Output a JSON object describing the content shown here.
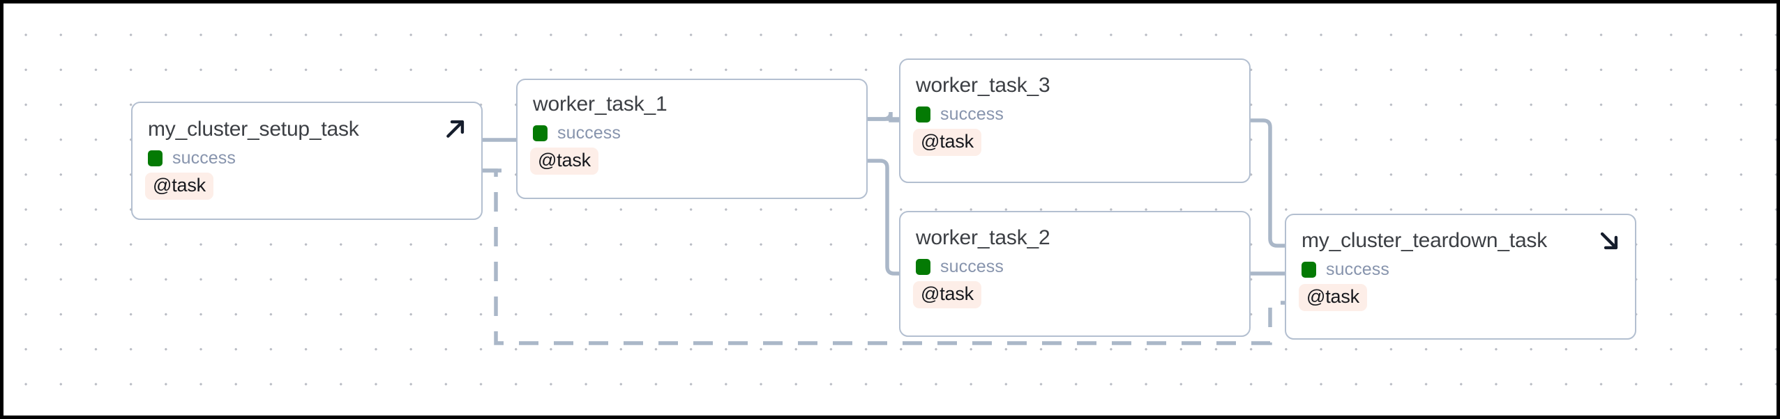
{
  "canvas": {
    "background_color": "#ffffff",
    "grid_dot_color": "#b9bcc4",
    "frame_color": "#000000"
  },
  "style": {
    "node_border_color": "#b3bfd0",
    "node_fill_color": "#ffffff",
    "edge_color": "#aab7c8",
    "status_success_color": "#047a04",
    "status_text_color": "#8794ad",
    "tag_background_color": "#fdeee8",
    "tag_text_color": "#16181d",
    "title_text_color": "#3c3f44",
    "corner_icon_color": "#151d2c"
  },
  "graph": {
    "nodes": [
      {
        "id": "my_cluster_setup_task",
        "title": "my_cluster_setup_task",
        "status": "success",
        "tag": "@task",
        "corner_icon": "arrow-up-right-icon"
      },
      {
        "id": "worker_task_1",
        "title": "worker_task_1",
        "status": "success",
        "tag": "@task",
        "corner_icon": null
      },
      {
        "id": "worker_task_3",
        "title": "worker_task_3",
        "status": "success",
        "tag": "@task",
        "corner_icon": null
      },
      {
        "id": "worker_task_2",
        "title": "worker_task_2",
        "status": "success",
        "tag": "@task",
        "corner_icon": null
      },
      {
        "id": "my_cluster_teardown_task",
        "title": "my_cluster_teardown_task",
        "status": "success",
        "tag": "@task",
        "corner_icon": "arrow-down-right-icon"
      }
    ],
    "edges": [
      {
        "from": "my_cluster_setup_task",
        "to": "worker_task_1",
        "style": "solid"
      },
      {
        "from": "worker_task_1",
        "to": "worker_task_3",
        "style": "solid"
      },
      {
        "from": "worker_task_1",
        "to": "worker_task_2",
        "style": "solid"
      },
      {
        "from": "worker_task_3",
        "to": "my_cluster_teardown_task",
        "style": "solid"
      },
      {
        "from": "worker_task_2",
        "to": "my_cluster_teardown_task",
        "style": "solid"
      },
      {
        "from": "my_cluster_setup_task",
        "to": "my_cluster_teardown_task",
        "style": "dashed"
      }
    ]
  }
}
